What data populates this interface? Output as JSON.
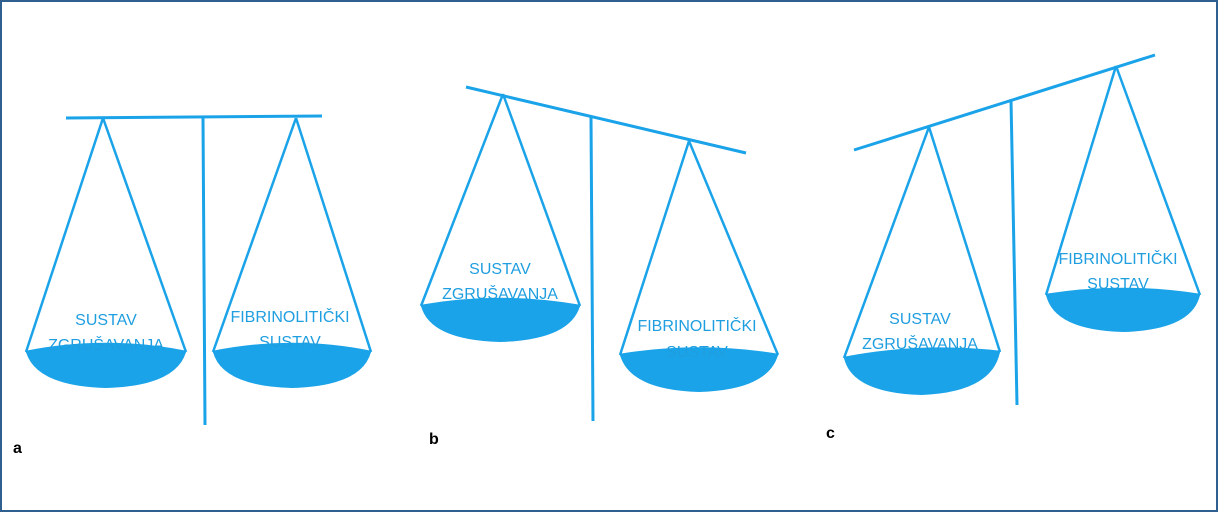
{
  "colors": {
    "scale": "#1aa3e8",
    "label": "#1f9ee0",
    "border": "#2f5f8f"
  },
  "panels": [
    {
      "letter": "a",
      "left": [
        "SUSTAV",
        "ZGRUŠAVANJA"
      ],
      "right": [
        "FIBRINOLITIČKI",
        "SUSTAV"
      ]
    },
    {
      "letter": "b",
      "left": [
        "SUSTAV",
        "ZGRUŠAVANJA"
      ],
      "right": [
        "FIBRINOLITIČKI",
        "SUSTAV"
      ]
    },
    {
      "letter": "c",
      "left": [
        "SUSTAV",
        "ZGRUŠAVANJA"
      ],
      "right": [
        "FIBRINOLITIČKI",
        "SUSTAV"
      ]
    }
  ]
}
